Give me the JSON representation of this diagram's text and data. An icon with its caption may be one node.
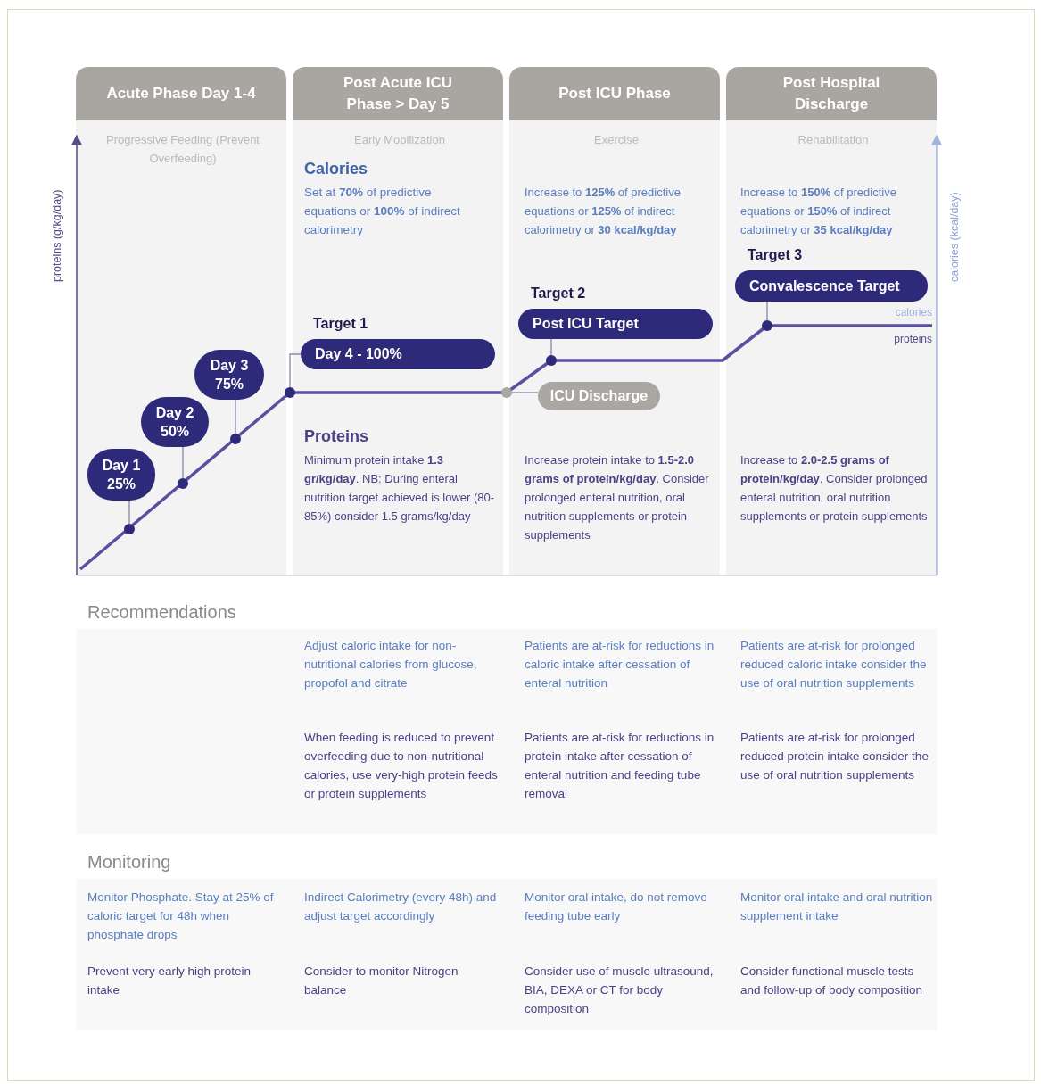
{
  "diagram": {
    "nodes": [
      {
        "text": [
          "Acute Phase Day 1-4"
        ]
      },
      {
        "text": [
          "Post Acute ICU Phase > Day 5"
        ]
      },
      {
        "text": [
          "Post ICU Phase"
        ]
      },
      {
        "text": [
          "Post Hospital Discharge"
        ]
      },
      {
        "text": [
          "Day 1 25%"
        ]
      },
      {
        "text": [
          "Day 2 50%"
        ]
      },
      {
        "text": [
          "Day 3 75%"
        ]
      },
      {
        "text": [
          "Target 1",
          "Day 4 - 100%"
        ]
      },
      {
        "text": [
          "ICU Discharge"
        ]
      },
      {
        "text": [
          "Target 2",
          "Post ICU Target"
        ]
      },
      {
        "text": [
          "Target 3",
          "Convalescence Target"
        ]
      },
      {
        "text": [],
        "shape": "circle"
      },
      {
        "text": [],
        "shape": "circle"
      },
      {
        "text": [],
        "shape": "circle"
      },
      {
        "text": [],
        "shape": "circle"
      },
      {
        "text": [],
        "shape": "circle"
      },
      {
        "text": [],
        "shape": "circle"
      },
      {
        "text": [],
        "shape": "circle"
      }
    ],
    "edges": [
      {
        "from": 4,
        "to": 11,
        "arrow": "none"
      },
      {
        "from": 5,
        "to": 12,
        "arrow": "none"
      },
      {
        "from": 6,
        "to": 13,
        "arrow": "none"
      },
      {
        "from": 7,
        "to": 14,
        "arrow": "none"
      },
      {
        "from": 8,
        "to": 15,
        "arrow": "none"
      },
      {
        "from": 9,
        "to": 16,
        "arrow": "none"
      },
      {
        "from": 10,
        "to": 17,
        "arrow": "none"
      }
    ],
    "labels": [
      "proteins (g/kg/day)",
      "Progressive Feeding (Prevent Overfeeding)",
      "Early Mobilization",
      "Exercise",
      "Rehabilitation",
      "calories (kcal/day)",
      "Calories",
      "Set at **70%** of predictive equations or **100%** of indirect calorimetry",
      "Increase to **125%** of predictive equations or **125%** of indirect calorimetry or **30 kcal/kg/day**",
      "Increase to **150%** of predictive equations or **150%** of indirect calorimetry or **35 kcal/kg/day**",
      "calories",
      "proteins",
      "Proteins",
      "Minimum protein intake **1.3 gr/kg/day**. NB: During enteral nutrition target achieved is lower (80-85%) consider 1.5 grams/kg/day",
      "Increase protein intake to **1.5-2.0 grams of protein/kg/day**. Consider prolonged enteral nutrition, oral nutrition supplements or protein supplements",
      "Increase to **2.0-2.5 grams of protein/kg/day**. Consider prolonged enteral nutrition, oral nutrition supplements or protein supplements",
      "Recommendations",
      "Adjust caloric intake for non-nutritional calories from glucose, propofol and citrate",
      "Patients are at-risk for reductions in caloric intake after cessation of enteral nutrition",
      "Patients are at-risk for prolonged reduced caloric intake consider the use of oral nutrition supplements",
      "When feeding is reduced to prevent overfeeding due to non-nutritional calories, use very-high protein feeds or protein supplements",
      "Patients are at-risk for reductions in protein intake after cessation of enteral nutrition and feeding tube removal",
      "Patients are at-risk for prolonged reduced protein intake consider the use of oral nutrition supplements",
      "Monitoring",
      "Monitor Phosphate. Stay at 25% of caloric target for 48h when phosphate drops",
      "Indirect Calorimetry (every 48h) and adjust target accordingly",
      "Monitor oral intake, do not remove feeding tube early",
      "Monitor oral intake and oral nutrition supplement intake",
      "Prevent very early high protein intake",
      "Consider to monitor Nitrogen balance",
      "Consider use of muscle ultrasound, BIA, DEXA or CT for body composition",
      "Consider functional muscle tests and follow-up of body composition"
    ]
  }
}
